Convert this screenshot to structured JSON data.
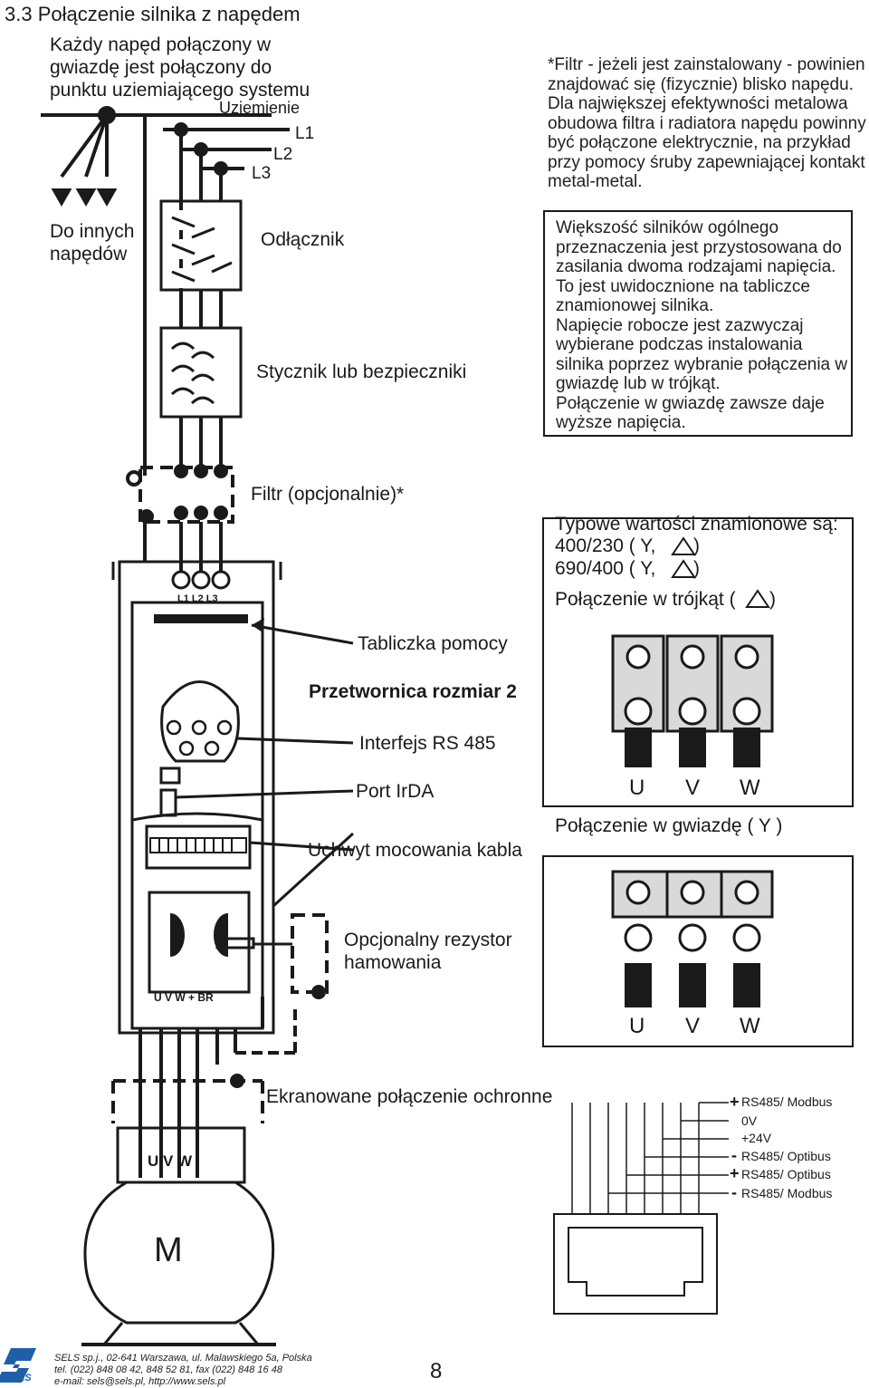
{
  "section_title": "3.3 Połączenie silnika z napędem",
  "intro_lines": [
    "Każdy napęd połączony w",
    "gwiazdę jest połączony do",
    "punktu uziemiającego systemu"
  ],
  "labels": {
    "ground": "Uziemienie",
    "l1": "L1",
    "l2": "L2",
    "l3": "L3",
    "other_drives_1": "Do innych",
    "other_drives_2": "napędów",
    "disconnector": "Odłącznik",
    "contactor": "Stycznik lub bezpieczniki",
    "filter": "Filtr (opcjonalnie)*",
    "nameplate": "Tabliczka pomocy",
    "inverter_size": "Przetwornica rozmiar 2",
    "rs485": "Interfejs RS 485",
    "irda": "Port IrDA",
    "cable_holder": "Uchwyt mocowania kabla",
    "brake_resistor_1": "Opcjonalny rezystor",
    "brake_resistor_2": "hamowania",
    "shield": "Ekranowane połączenie ochronne",
    "motor": "M",
    "motor_terminals": "U V W",
    "input_terminals": "L1 L2 L3",
    "output_terminals": "U  V  W  +  BR"
  },
  "filter_note": [
    "*Filtr - jeżeli jest zainstalowany - powinien",
    "znajdować się (fizycznie) blisko napędu.",
    "Dla największej efektywności metalowa",
    "obudowa filtra i radiatora napędu powinny",
    "być połączone elektrycznie, na przykład",
    "przy pomocy śruby zapewniającej kontakt",
    "metal-metal."
  ],
  "voltage_note": [
    "Większość silników ogólnego",
    "przeznaczenia jest przystosowana do",
    "zasilania dwoma rodzajami napięcia.",
    "To jest uwidocznione na tabliczce",
    "znamionowej silnika.",
    "Napięcie robocze jest zazwyczaj",
    "wybierane podczas instalowania",
    "silnika poprzez wybranie połączenia w",
    "gwiazdę lub w trójkąt.",
    "Połączenie w gwiazdę zawsze daje",
    "wyższe napięcia."
  ],
  "ratings": {
    "heading": "Typowe wartości znamionowe są:",
    "row1": "400/230 (  Y,",
    "row2": "690/400 (  Y,",
    "delta_label": "Połączenie w trójkąt (",
    "close": ")",
    "star_label": "Połączenie w gwiazdę ( Y )",
    "u": "U",
    "v": "V",
    "w": "W"
  },
  "rj45_pins": [
    {
      "sign": "+",
      "label": "RS485/ Modbus"
    },
    {
      "sign": "",
      "label": "0V"
    },
    {
      "sign": "",
      "label": "+24V"
    },
    {
      "sign": "-",
      "label": "RS485/ Optibus"
    },
    {
      "sign": "+",
      "label": "RS485/ Optibus"
    },
    {
      "sign": "-",
      "label": "RS485/ Modbus"
    }
  ],
  "footer": {
    "logo_text": "SELS",
    "line1": "SELS sp.j., 02-641 Warszawa, ul. Malawskiego 5a, Polska",
    "line2": "tel. (022) 848 08 42, 848 52 81, fax (022) 848 16 48",
    "line3": "e-mail: sels@sels.pl, http://www.sels.pl",
    "page_number": "8"
  },
  "colors": {
    "ink": "#1a1a1a",
    "logo_blue": "#1f5fa8",
    "terminal_gray": "#d9d9d9"
  }
}
